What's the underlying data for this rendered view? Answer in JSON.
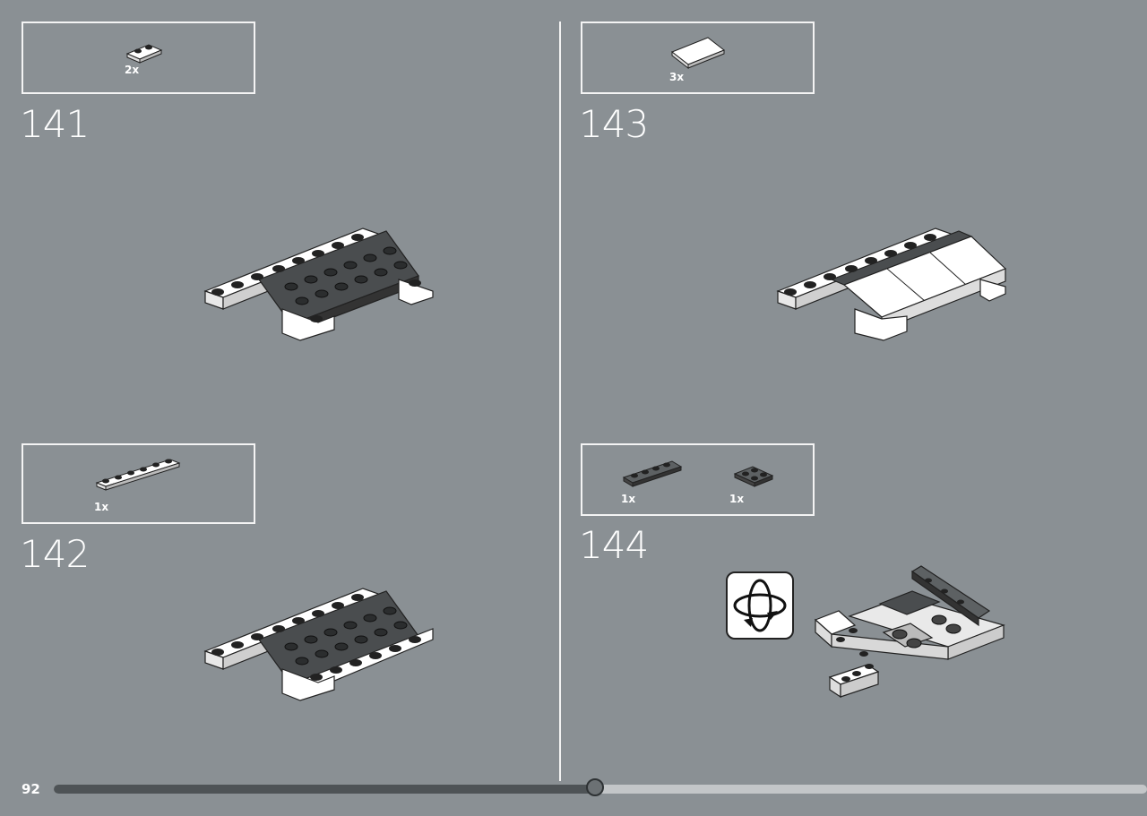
{
  "page": {
    "number": "92",
    "progress": 0.495
  },
  "steps": [
    {
      "id": "141",
      "parts": [
        {
          "qty": "2x"
        }
      ]
    },
    {
      "id": "142",
      "parts": [
        {
          "qty": "1x"
        }
      ]
    },
    {
      "id": "143",
      "parts": [
        {
          "qty": "3x"
        }
      ]
    },
    {
      "id": "144",
      "parts": [
        {
          "qty": "1x"
        },
        {
          "qty": "1x"
        }
      ]
    }
  ],
  "colors": {
    "background": "#8a9094",
    "dark_brick": "#4a4d4f",
    "white_brick": "#ffffff"
  },
  "icons": {
    "rotate": "rotate-model-icon"
  }
}
